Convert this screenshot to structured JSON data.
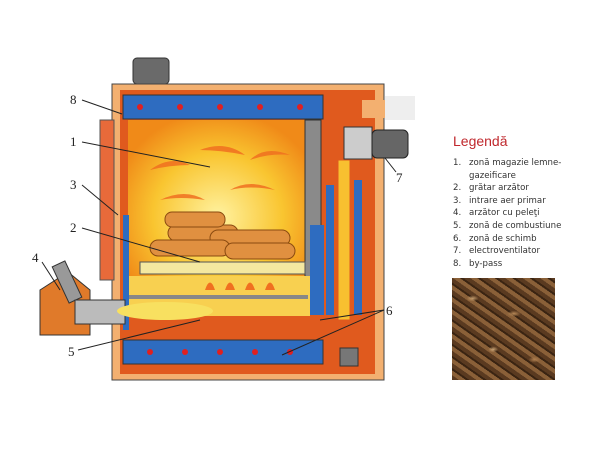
{
  "legend": {
    "title": "Legendă",
    "items": [
      {
        "n": "1.",
        "text": "zonă magazie lemne-gazeificare"
      },
      {
        "n": "2.",
        "text": "grătar arzător"
      },
      {
        "n": "3.",
        "text": "intrare aer primar"
      },
      {
        "n": "4.",
        "text": "arzător cu peleţi"
      },
      {
        "n": "5.",
        "text": "zonă de combustiune"
      },
      {
        "n": "6.",
        "text": "zonă de schimb"
      },
      {
        "n": "7.",
        "text": "electroventilator"
      },
      {
        "n": "8.",
        "text": "by-pass"
      }
    ]
  },
  "callouts": {
    "c1": "1",
    "c2": "2",
    "c3": "3",
    "c4": "4",
    "c5": "5",
    "c6": "6",
    "c7": "7",
    "c8": "8"
  },
  "colors": {
    "accent": "#c0282d",
    "body": "#e05a1e",
    "insulation": "#2e6cc0",
    "fire": "#f8c030"
  }
}
